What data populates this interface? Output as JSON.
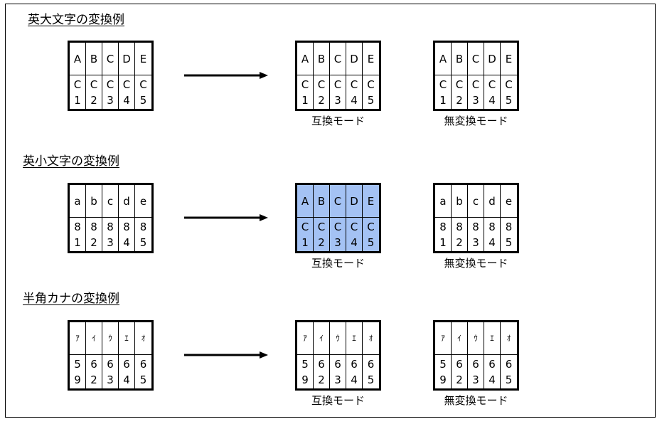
{
  "sections": [
    {
      "heading": "英大文字の変換例",
      "source": {
        "top": [
          "A",
          "B",
          "C",
          "D",
          "E"
        ],
        "bottom": [
          "C\n1",
          "C\n2",
          "C\n3",
          "C\n4",
          "C\n5"
        ]
      },
      "results": [
        {
          "caption": "互換モード",
          "highlight": false,
          "top": [
            "A",
            "B",
            "C",
            "D",
            "E"
          ],
          "bottom": [
            "C\n1",
            "C\n2",
            "C\n3",
            "C\n4",
            "C\n5"
          ]
        },
        {
          "caption": "無変換モード",
          "highlight": false,
          "top": [
            "A",
            "B",
            "C",
            "D",
            "E"
          ],
          "bottom": [
            "C\n1",
            "C\n2",
            "C\n3",
            "C\n4",
            "C\n5"
          ]
        }
      ]
    },
    {
      "heading": "英小文字の変換例",
      "source": {
        "top": [
          "a",
          "b",
          "c",
          "d",
          "e"
        ],
        "bottom": [
          "8\n1",
          "8\n2",
          "8\n3",
          "8\n4",
          "8\n5"
        ]
      },
      "results": [
        {
          "caption": "互換モード",
          "highlight": true,
          "highlight_color": "#a4c2f4",
          "top": [
            "A",
            "B",
            "C",
            "D",
            "E"
          ],
          "bottom": [
            "C\n1",
            "C\n2",
            "C\n3",
            "C\n4",
            "C\n5"
          ]
        },
        {
          "caption": "無変換モード",
          "highlight": false,
          "top": [
            "a",
            "b",
            "c",
            "d",
            "e"
          ],
          "bottom": [
            "8\n1",
            "8\n2",
            "8\n3",
            "8\n4",
            "8\n5"
          ]
        }
      ]
    },
    {
      "heading": "半角カナの変換例",
      "source": {
        "top": [
          "ｱ",
          "ｲ",
          "ｳ",
          "ｴ",
          "ｵ"
        ],
        "bottom": [
          "5\n9",
          "6\n2",
          "6\n3",
          "6\n4",
          "6\n5"
        ]
      },
      "results": [
        {
          "caption": "互換モード",
          "highlight": false,
          "top": [
            "ｱ",
            "ｲ",
            "ｳ",
            "ｴ",
            "ｵ"
          ],
          "bottom": [
            "5\n9",
            "6\n2",
            "6\n3",
            "6\n4",
            "6\n5"
          ]
        },
        {
          "caption": "無変換モード",
          "highlight": false,
          "top": [
            "ｱ",
            "ｲ",
            "ｳ",
            "ｴ",
            "ｵ"
          ],
          "bottom": [
            "5\n9",
            "6\n2",
            "6\n3",
            "6\n4",
            "6\n5"
          ]
        }
      ]
    }
  ]
}
